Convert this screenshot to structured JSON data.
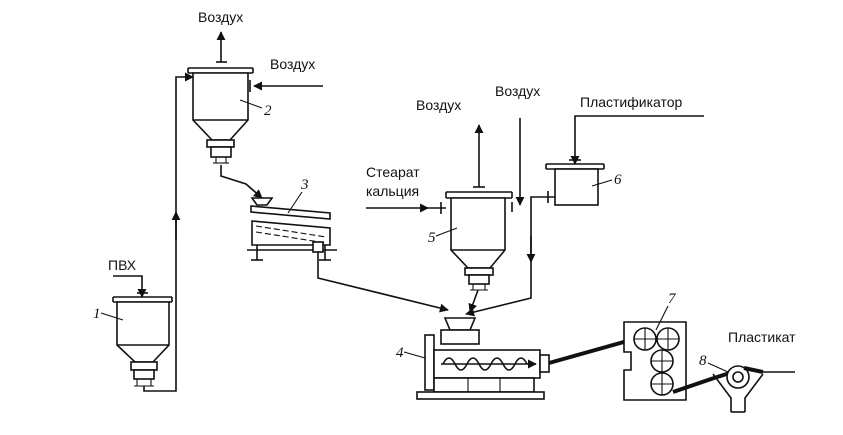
{
  "labels": {
    "air_top": "Воздух",
    "air_right": "Воздух",
    "air_mid": "Воздух",
    "air_mid2": "Воздух",
    "plasticizer": "Пластификатор",
    "stearate_line1": "Стеарат",
    "stearate_line2": "кальция",
    "pvc": "ПВХ",
    "product": "Пластикат"
  },
  "numbers": {
    "n1": "1",
    "n2": "2",
    "n3": "3",
    "n4": "4",
    "n5": "5",
    "n6": "6",
    "n7": "7",
    "n8": "8"
  }
}
